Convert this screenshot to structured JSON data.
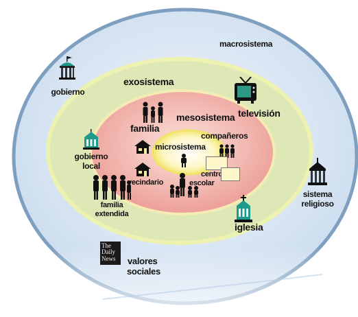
{
  "diagram": {
    "rings": {
      "macro": "macrosistema",
      "exo": "exosistema",
      "meso": "mesosistema",
      "micro": "microsistema"
    },
    "labels": {
      "gobierno": "gobierno",
      "gobierno_local_1": "gobierno",
      "gobierno_local_2": "local",
      "familia_extendida_1": "familia",
      "familia_extendida_2": "extendida",
      "familia": "familia",
      "vecindario": "vecindario",
      "companeros": "compañeros",
      "centro_escolar_1": "centro",
      "centro_escolar_2": "escolar",
      "television": "televisión",
      "sistema_religioso_1": "sistema",
      "sistema_religioso_2": "religioso",
      "iglesia": "iglesia",
      "valores_sociales_1": "valores",
      "valores_sociales_2": "sociales",
      "newspaper_1": "The",
      "newspaper_2": "Daily",
      "newspaper_3": "News"
    },
    "colors": {
      "macro_outer": "#8fb0cf",
      "macro_fill": "#dce8f4",
      "exo_border": "#e9eea6",
      "exo_fill": "#dfe8b8",
      "meso_fill": "#f3c4bb",
      "meso_border": "#efe7a8",
      "micro_fill": "#fffbe0",
      "micro_ring": "#f3ea84",
      "building": "#1e9c8c",
      "tv": "#2e9a86"
    }
  }
}
